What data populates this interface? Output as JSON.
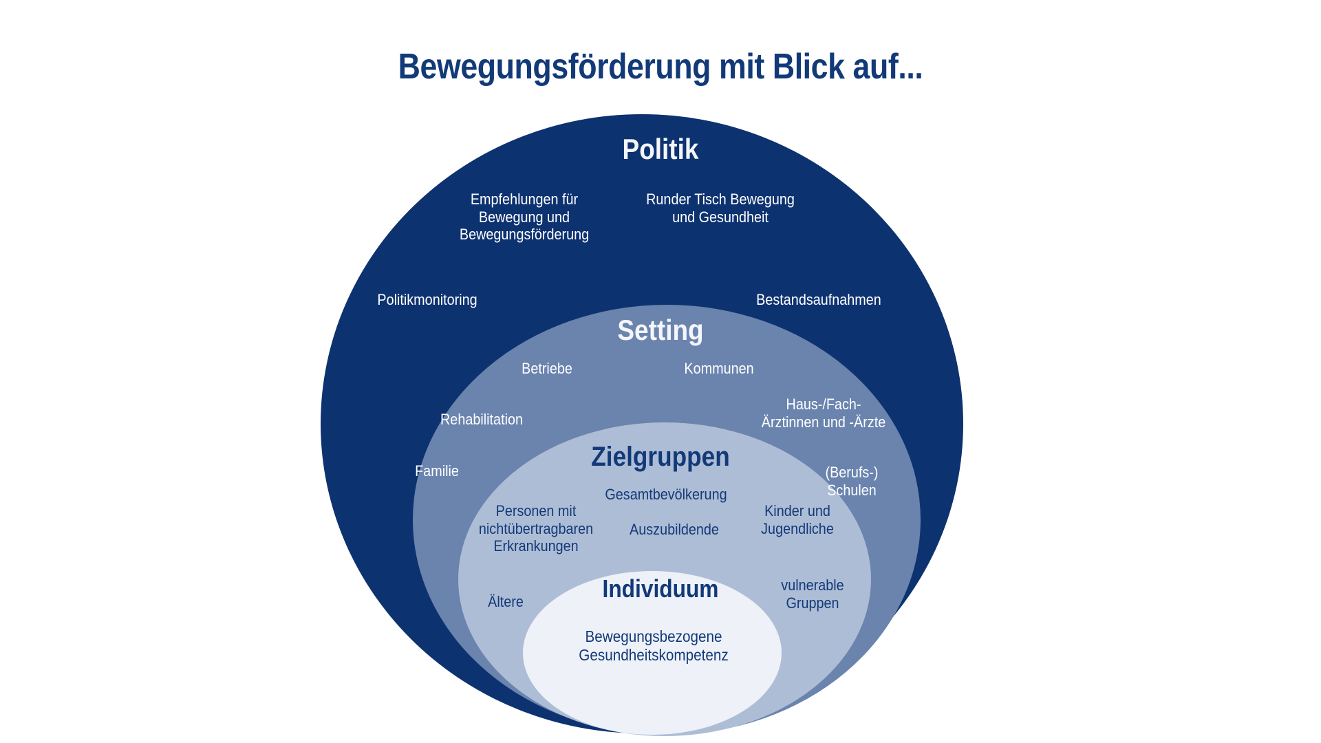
{
  "title": "Bewegungsförderung mit Blick auf...",
  "colors": {
    "background": "#ffffff",
    "title": "#123a78",
    "ring_politik": "#0d3270",
    "ring_setting": "#6a84ae",
    "ring_zielgruppen": "#aebdd6",
    "ring_individuum": "#eef1f8",
    "text_on_dark": "#ffffff",
    "text_on_light": "#123a78"
  },
  "rings": {
    "politik": {
      "heading": "Politik",
      "items": [
        {
          "label": "Empfehlungen für\nBewegung und\nBewegungsförderung"
        },
        {
          "label": "Runder Tisch Bewegung\nund Gesundheit"
        },
        {
          "label": "Politikmonitoring"
        },
        {
          "label": "Bestandsaufnahmen"
        }
      ]
    },
    "setting": {
      "heading": "Setting",
      "items": [
        {
          "label": "Betriebe"
        },
        {
          "label": "Kommunen"
        },
        {
          "label": "Rehabilitation"
        },
        {
          "label": "Haus-/Fach-\nÄrztinnen und -Ärzte"
        },
        {
          "label": "Familie"
        },
        {
          "label": "(Berufs-)\nSchulen"
        }
      ]
    },
    "zielgruppen": {
      "heading": "Zielgruppen",
      "items": [
        {
          "label": "Gesamtbevölkerung"
        },
        {
          "label": "Personen mit\nnichtübertragbaren\nErkrankungen"
        },
        {
          "label": "Auszubildende"
        },
        {
          "label": "Kinder und\nJugendliche"
        },
        {
          "label": "Ältere"
        },
        {
          "label": "vulnerable\nGruppen"
        }
      ]
    },
    "individuum": {
      "heading": "Individuum",
      "items": [
        {
          "label": "Bewegungsbezogene\nGesundheitskompetenz"
        }
      ]
    }
  }
}
